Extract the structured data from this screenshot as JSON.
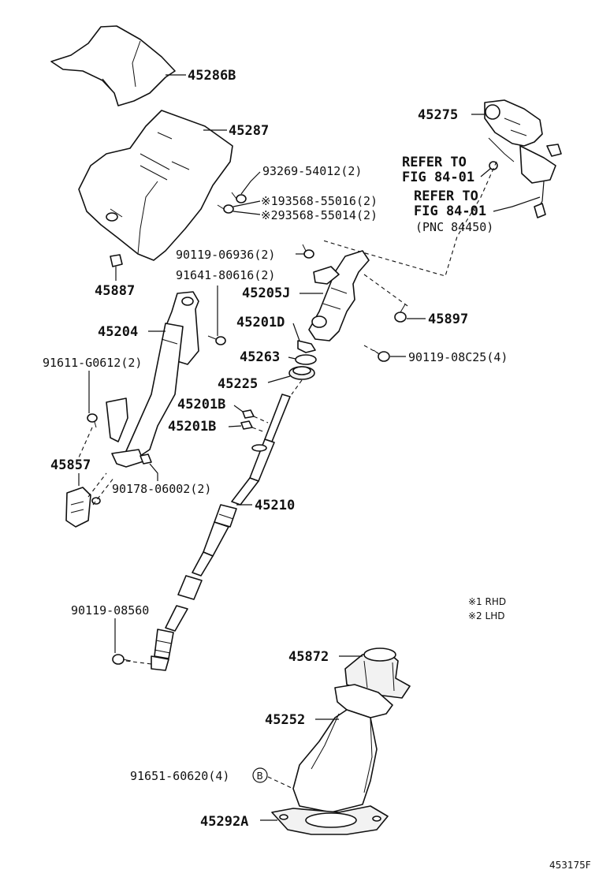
{
  "diagram": {
    "labels": {
      "l45286B": "45286B",
      "l45287": "45287",
      "l45275": "45275",
      "refer1a": "REFER TO",
      "refer1b": "FIG 84-01",
      "refer2a": "REFER TO",
      "refer2b": "FIG 84-01",
      "refer2c": "(PNC 84450)",
      "l93269": "93269-54012(2)",
      "l193568": "※193568-55016(2)",
      "l293568": "※293568-55014(2)",
      "l45887": "45887",
      "l90119a": "90119-06936(2)",
      "l91641": "91641-80616(2)",
      "l45205J": "45205J",
      "l45204": "45204",
      "l45897": "45897",
      "l45201D": "45201D",
      "l45263": "45263",
      "l90119b": "90119-08C25(4)",
      "l91611": "91611-G0612(2)",
      "l45225": "45225",
      "l45201Ba": "45201B",
      "l45201Bb": "45201B",
      "l45857": "45857",
      "l90178": "90178-06002(2)",
      "l45210": "45210",
      "l90119c": "90119-08560",
      "l45872": "45872",
      "l45252": "45252",
      "l91651": "91651-60620(4)",
      "circB": "B",
      "l45292A": "45292A",
      "legend1": "※1 RHD",
      "legend2": "※2 LHD",
      "figno": "453175F"
    }
  }
}
